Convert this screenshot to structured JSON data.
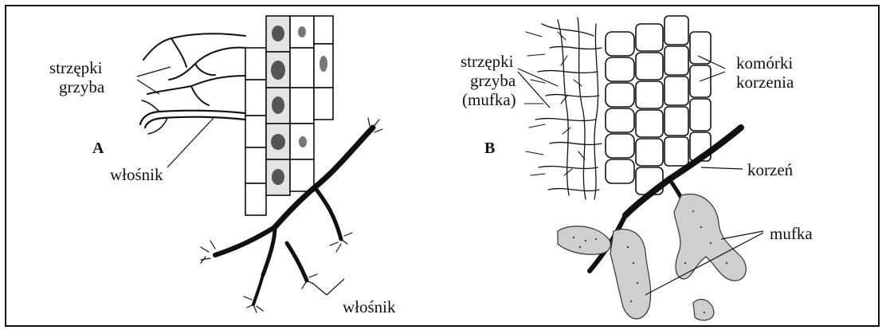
{
  "panels": {
    "a": {
      "letter": "A",
      "label_hyphae_line1": "strzępki",
      "label_hyphae_line2": "grzyba",
      "label_root_hair": "włośnik",
      "label_root_hair_bottom": "włośnik"
    },
    "b": {
      "letter": "B",
      "label_hyphae_line1": "strzępki",
      "label_hyphae_line2": "grzyba",
      "label_hyphae_line3": "(mufka)",
      "label_cells_line1": "komórki",
      "label_cells_line2": "korzenia",
      "label_root": "korzeń",
      "label_mantle": "mufka"
    }
  },
  "colors": {
    "ink": "#111111",
    "mantle_fill": "#cfcfcf",
    "background": "#ffffff"
  }
}
